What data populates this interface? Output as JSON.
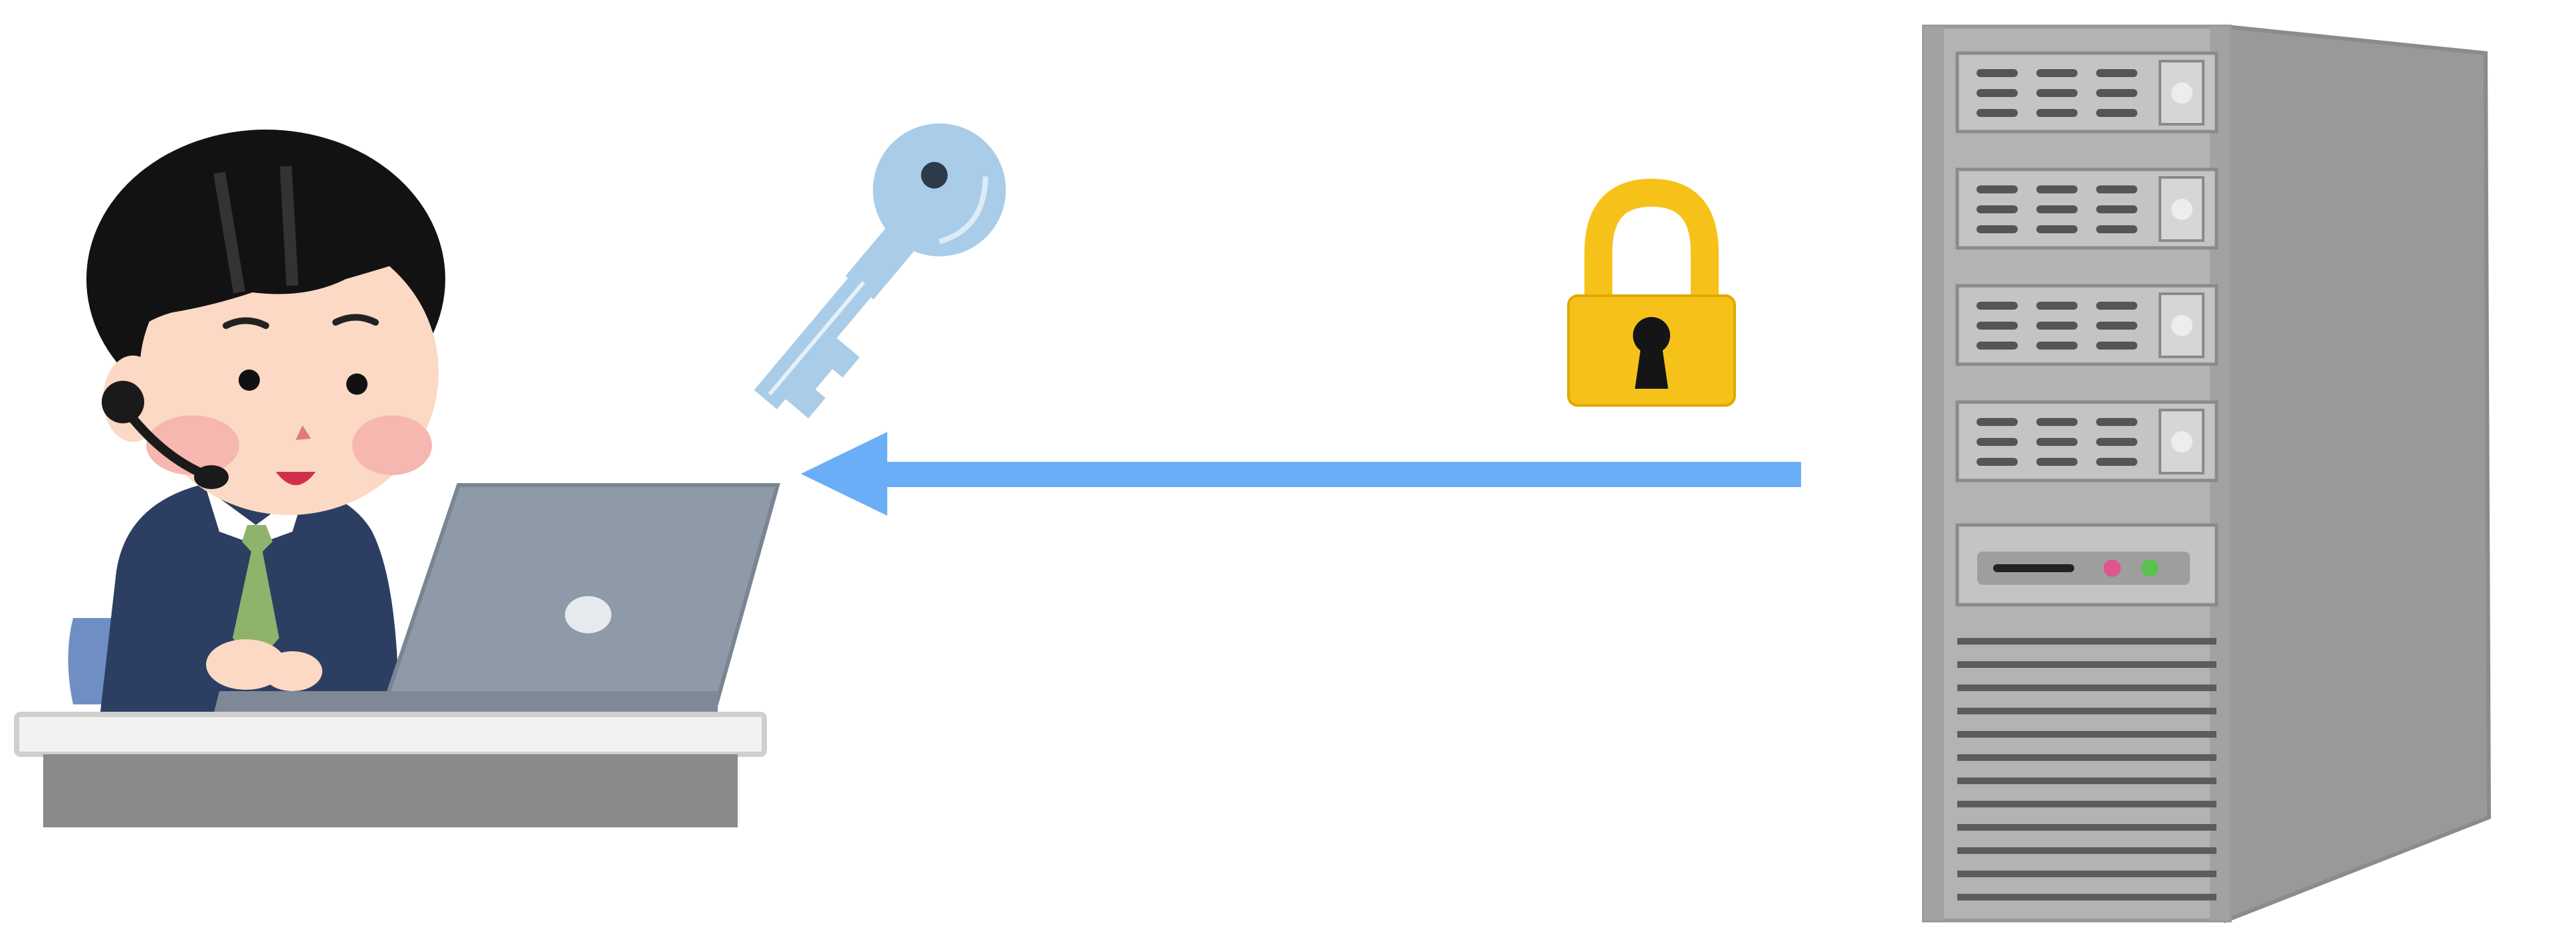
{
  "diagram": {
    "nodes": [
      {
        "id": "operator",
        "icon": "operator-at-laptop-icon"
      },
      {
        "id": "server",
        "icon": "server-tower-icon"
      }
    ],
    "edges": [
      {
        "from": "server",
        "to": "operator",
        "style": "arrow"
      }
    ],
    "overlays": [
      {
        "icon": "key-icon",
        "near": "operator"
      },
      {
        "icon": "padlock-icon",
        "near": "server"
      }
    ],
    "colors": {
      "arrow": "#6aaef7",
      "key": "#a9cde8",
      "padlock": "#f6c21a",
      "suit": "#2c3f62",
      "tie": "#8fb36a",
      "laptop": "#8f9aa8",
      "desk_top": "#f2f2f2",
      "desk_front": "#8a8a8a",
      "server": "#a9a9a9",
      "server_side": "#999999",
      "led_pink": "#e0558f",
      "led_green": "#59c24f"
    }
  }
}
